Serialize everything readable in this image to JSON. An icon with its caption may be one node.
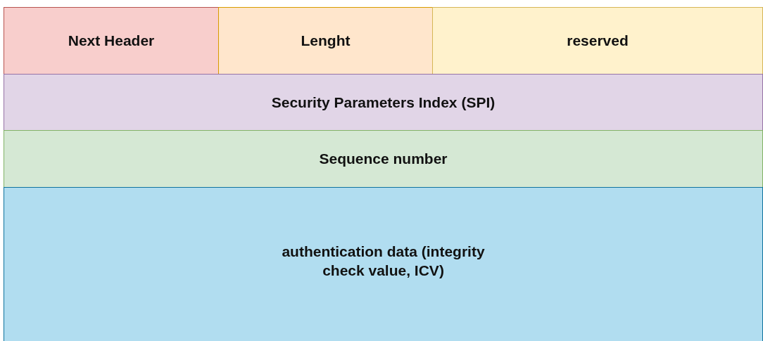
{
  "diagram": {
    "nodes": [
      {
        "text": [
          "Next Header"
        ]
      },
      {
        "text": [
          "Lenght"
        ]
      },
      {
        "text": [
          "reserved"
        ]
      },
      {
        "text": [
          "Security Parameters Index (SPI)"
        ]
      },
      {
        "text": [
          "Sequence number"
        ]
      },
      {
        "text": [
          "authentication data (integrity check value, ICV)"
        ]
      }
    ]
  }
}
